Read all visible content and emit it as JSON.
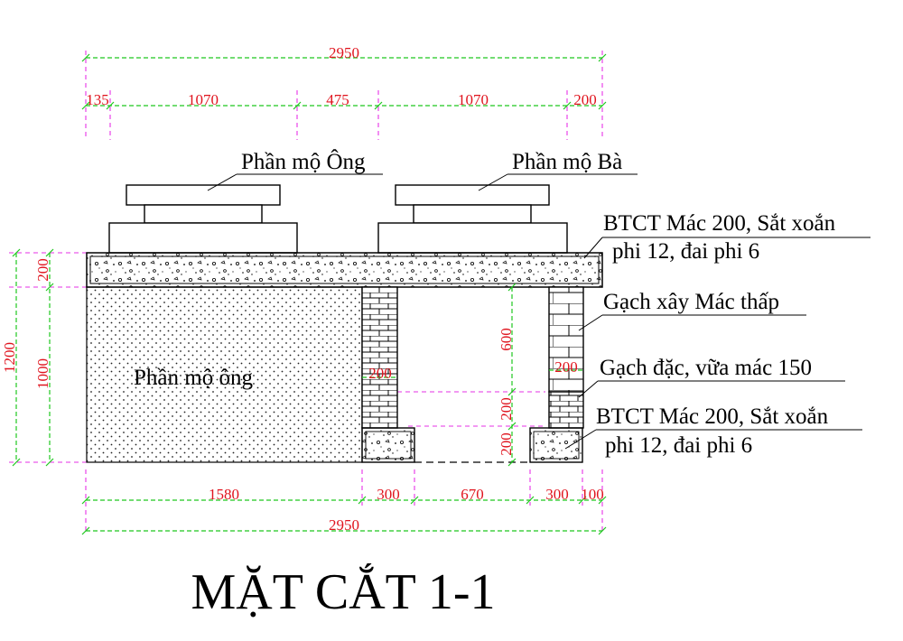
{
  "dimensions": {
    "top_overall": "2950",
    "top_135": "135",
    "top_1070_left": "1070",
    "top_475": "475",
    "top_1070_right": "1070",
    "top_200": "200",
    "left_1200": "1200",
    "left_200": "200",
    "left_1000": "1000",
    "wall_left_200": "200",
    "wall_right_200": "200",
    "inner_600": "600",
    "inner_200_upper": "200",
    "inner_200_lower": "200",
    "bottom_1580": "1580",
    "bottom_300_left": "300",
    "bottom_670": "670",
    "bottom_300_right": "300",
    "bottom_100": "100",
    "bottom_overall": "2950"
  },
  "labels": {
    "grave_grandfather": "Phần mộ Ông",
    "grave_grandmother": "Phần mộ Bà",
    "slab_note_line1": "BTCT Mác 200, Sắt xoắn",
    "slab_note_line2": "phi 12, đai phi 6",
    "brick_low_grade": "Gạch xây Mác thấp",
    "solid_brick": "Gạch đặc, vữa mác 150",
    "footing_note_line1": "BTCT Mác 200, Sắt xoắn",
    "footing_note_line2": "phi 12, đai phi 6",
    "fill_area": "Phần mộ ông"
  },
  "title": "MẶT CẮT 1-1",
  "colors": {
    "dimension_text": "#e0141e",
    "dimension_line": "#1ec81e",
    "extension_line": "#e632e6",
    "outline": "#000000"
  }
}
